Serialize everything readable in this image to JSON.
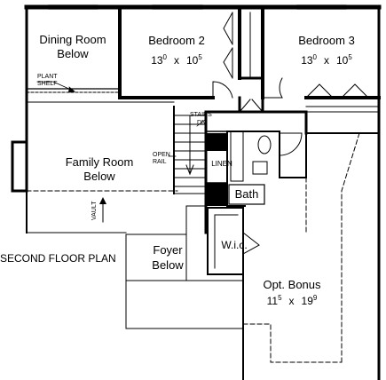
{
  "plan": {
    "title": "SECOND FLOOR PLAN",
    "rooms": {
      "dining": {
        "line1": "Dining Room",
        "line2": "Below"
      },
      "bed2": {
        "name": "Bedroom 2",
        "w": "13",
        "w_sup": "0",
        "h": "10",
        "h_sup": "5",
        "x": "x"
      },
      "bed3": {
        "name": "Bedroom 3",
        "w": "13",
        "w_sup": "0",
        "h": "10",
        "h_sup": "5",
        "x": "x"
      },
      "family": {
        "line1": "Family Room",
        "line2": "Below"
      },
      "foyer": {
        "line1": "Foyer",
        "line2": "Below"
      },
      "bonus": {
        "name": "Opt. Bonus",
        "w": "11",
        "w_sup": "5",
        "h": "19",
        "h_sup": "9",
        "x": "x"
      },
      "bath": {
        "name": "Bath"
      },
      "wic": {
        "name": "W.i.c."
      },
      "linen": {
        "name": "LINEN"
      }
    },
    "notes": {
      "plant_shelf_1": "PLANT",
      "plant_shelf_2": "SHELF",
      "stairs_1": "STAIRS",
      "stairs_2": "DN.",
      "open_rail_1": "OPEN",
      "open_rail_2": "RAIL",
      "vault": "VAULT"
    }
  }
}
